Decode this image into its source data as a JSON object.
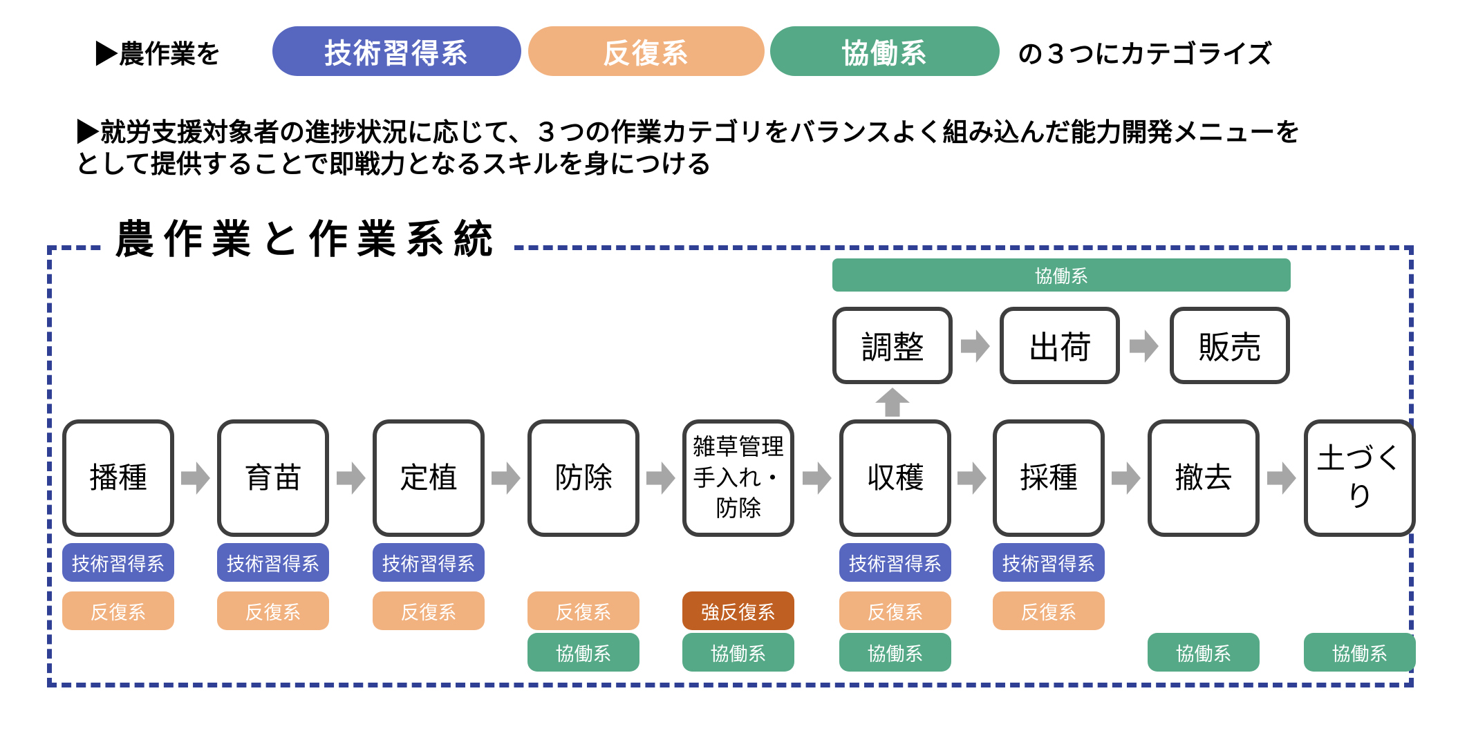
{
  "header": {
    "bullet1_prefix": "▶農作業を",
    "category_pills": [
      {
        "label": "技術習得系",
        "type": "tech"
      },
      {
        "label": "反復系",
        "type": "repeat"
      },
      {
        "label": "協働系",
        "type": "collab"
      }
    ],
    "bullet1_suffix": "の３つにカテゴライズ",
    "bullet2_lines": [
      "▶就労支援対象者の進捗状況に応じて、３つの作業カテゴリをバランスよく組み込んだ能力開発メニューを",
      "として提供することで即戦力となるスキルを身につける"
    ]
  },
  "diagram": {
    "title": "農作業と作業系統",
    "collab_bar_label": "協働系",
    "top_row": {
      "boxes": [
        "調整",
        "出荷",
        "販売"
      ]
    },
    "columns": [
      {
        "label": "播種",
        "tags": [
          {
            "label": "技術習得系",
            "type": "tech",
            "row": 0
          },
          {
            "label": "反復系",
            "type": "repeat",
            "row": 1
          }
        ]
      },
      {
        "label": "育苗",
        "tags": [
          {
            "label": "技術習得系",
            "type": "tech",
            "row": 0
          },
          {
            "label": "反復系",
            "type": "repeat",
            "row": 1
          }
        ]
      },
      {
        "label": "定植",
        "tags": [
          {
            "label": "技術習得系",
            "type": "tech",
            "row": 0
          },
          {
            "label": "反復系",
            "type": "repeat",
            "row": 1
          }
        ]
      },
      {
        "label": "防除",
        "tags": [
          {
            "label": "反復系",
            "type": "repeat",
            "row": 1
          },
          {
            "label": "協働系",
            "type": "collab",
            "row": 2
          }
        ]
      },
      {
        "label": "雑草管理\n手入れ・\n防除",
        "tags": [
          {
            "label": "強反復系",
            "type": "strong_repeat",
            "row": 1
          },
          {
            "label": "協働系",
            "type": "collab",
            "row": 2
          }
        ]
      },
      {
        "label": "収穫",
        "tags": [
          {
            "label": "技術習得系",
            "type": "tech",
            "row": 0
          },
          {
            "label": "反復系",
            "type": "repeat",
            "row": 1
          },
          {
            "label": "協働系",
            "type": "collab",
            "row": 2
          }
        ]
      },
      {
        "label": "採種",
        "tags": [
          {
            "label": "技術習得系",
            "type": "tech",
            "row": 0
          },
          {
            "label": "反復系",
            "type": "repeat",
            "row": 1
          }
        ]
      },
      {
        "label": "撤去",
        "tags": [
          {
            "label": "協働系",
            "type": "collab",
            "row": 2
          }
        ]
      },
      {
        "label": "土づく\nり",
        "tags": [
          {
            "label": "協働系",
            "type": "collab",
            "row": 2
          }
        ]
      }
    ],
    "colors": {
      "tech": "#5766be",
      "repeat": "#f2b27f",
      "strong_repeat": "#c05f22",
      "collab": "#55a987",
      "arrow": "#a6a6a6",
      "frame_border": "#2e3f94",
      "box_border": "#3e3e3e"
    }
  }
}
